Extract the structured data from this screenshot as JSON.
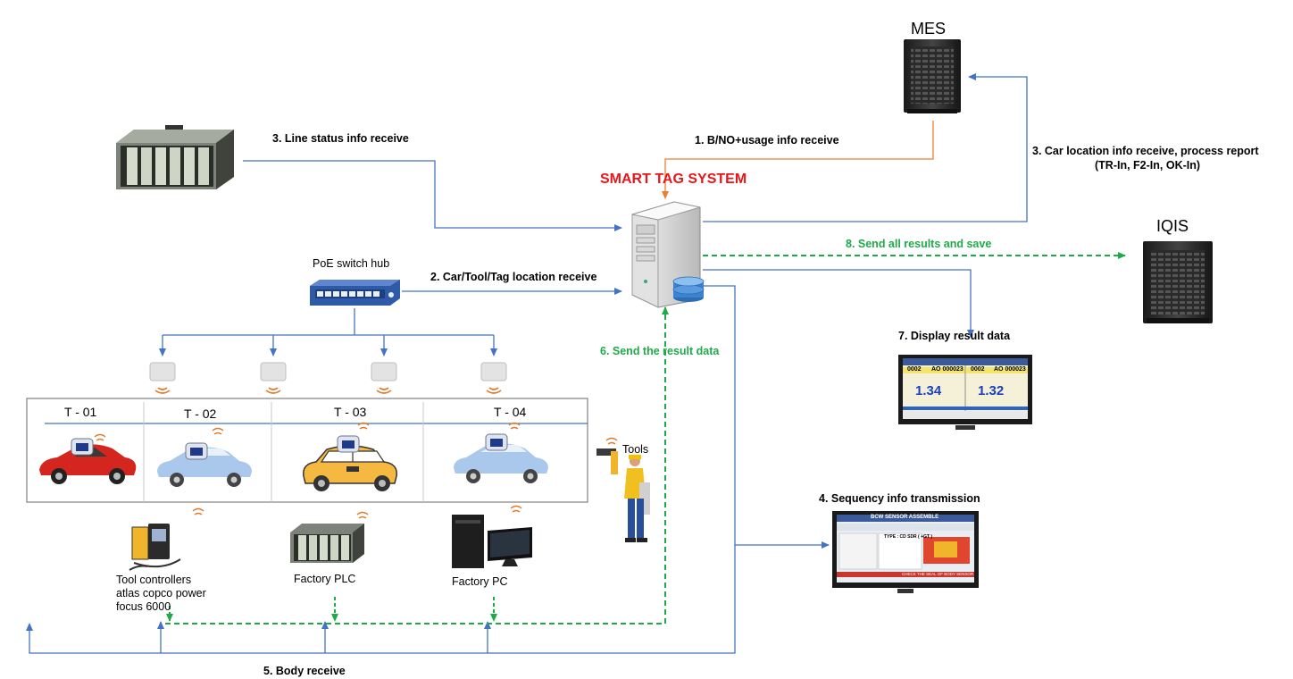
{
  "title": "SMART TAG SYSTEM",
  "nodes": {
    "mes": "MES",
    "iqis": "IQIS",
    "poe_hub": "PoE switch hub",
    "tools": "Tools",
    "tool_controllers": [
      "Tool controllers",
      "atlas copco power",
      "focus 6000"
    ],
    "factory_plc": "Factory PLC",
    "factory_pc": "Factory PC"
  },
  "steps": {
    "s1": "1. B/NO+usage info receive",
    "s2": "2. Car/Tool/Tag location receive",
    "s3_line": "3. Line status info receive",
    "s3_car_line1": "3. Car location info receive, process report",
    "s3_car_line2": "(TR-In, F2-In, OK-In)",
    "s4": "4. Sequency info transmission",
    "s5": "5. Body receive",
    "s6": "6. Send the result data",
    "s7": "7. Display result data",
    "s8": "8. Send all results and save"
  },
  "zones": [
    "T - 01",
    "T - 02",
    "T - 03",
    "T - 04"
  ],
  "monitor_result": {
    "left_code": "0002",
    "left_id": "AO 000023",
    "left_value": "1.34",
    "right_code": "0002",
    "right_id": "AO 000023",
    "right_value": "1.32"
  },
  "monitor_sequence": {
    "header": "BCW SENSOR ASSEMBLE",
    "type": "TYPE : CD SDR ( +GT )",
    "footer": "CHECK THE SEAL OF BODY SENSOR"
  },
  "colors": {
    "arrow_blue": "#4472c4",
    "arrow_orange": "#ed7d31",
    "arrow_green": "#1faa4a",
    "title_red": "#e8161a",
    "wifi": "#e07b2a"
  }
}
